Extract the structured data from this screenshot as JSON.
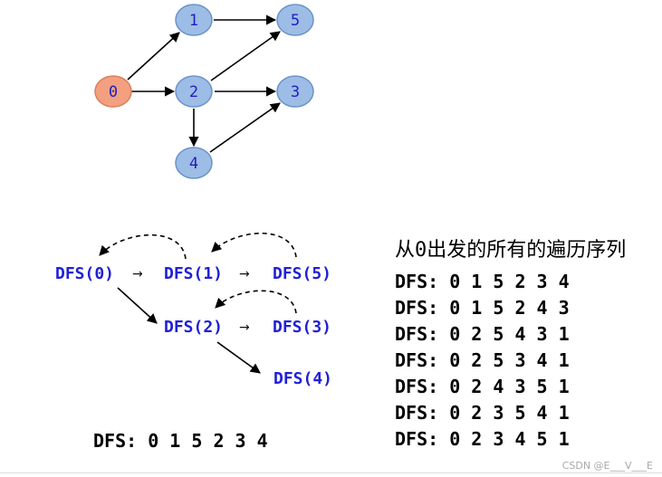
{
  "graph": {
    "nodes": [
      {
        "id": "0",
        "label": "0",
        "start": true
      },
      {
        "id": "1",
        "label": "1"
      },
      {
        "id": "2",
        "label": "2"
      },
      {
        "id": "3",
        "label": "3"
      },
      {
        "id": "4",
        "label": "4"
      },
      {
        "id": "5",
        "label": "5"
      }
    ],
    "edges": [
      {
        "from": "0",
        "to": "1"
      },
      {
        "from": "0",
        "to": "2"
      },
      {
        "from": "1",
        "to": "5"
      },
      {
        "from": "2",
        "to": "5"
      },
      {
        "from": "2",
        "to": "3"
      },
      {
        "from": "2",
        "to": "4"
      },
      {
        "from": "4",
        "to": "3"
      }
    ],
    "colors": {
      "node_fill": "#9dbde6",
      "node_stroke": "#6b93c7",
      "start_fill": "#f2a080",
      "start_stroke": "#d9805e",
      "label": "#1f1fbf"
    }
  },
  "recursion": {
    "calls": {
      "dfs0": "DFS(0)",
      "dfs1": "DFS(1)",
      "dfs5": "DFS(5)",
      "dfs2": "DFS(2)",
      "dfs3": "DFS(3)",
      "dfs4": "DFS(4)"
    },
    "arrow_glyph": "→",
    "call_color": "#2020d8"
  },
  "sequences": {
    "title": "从0出发的所有的遍历序列",
    "lines": [
      "DFS: 0 1 5 2 3 4",
      "DFS: 0 1 5 2 4 3",
      "DFS: 0 2 5 4 3 1",
      "DFS: 0 2 5 3 4 1",
      "DFS: 0 2 4 3 5 1",
      "DFS: 0 2 3 5 4 1",
      "DFS: 0 2 3 4 5 1"
    ]
  },
  "result": {
    "text": "DFS: 0 1 5 2 3 4"
  },
  "watermark": "CSDN @E___V___E"
}
